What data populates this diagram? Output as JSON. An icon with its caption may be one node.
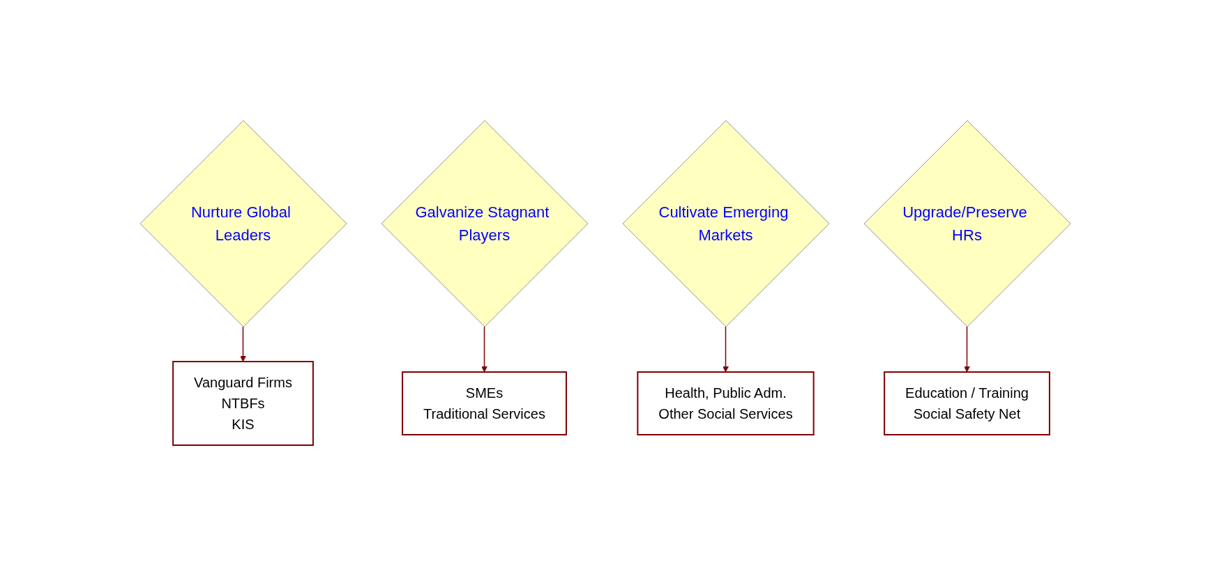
{
  "diagram": {
    "nodes": [
      {
        "text": [
          "Vanguard Firms",
          "NTBFs",
          "KIS"
        ]
      },
      {
        "text": [
          "Nurture Global Leaders"
        ]
      },
      {
        "text": [
          "Health, Public Adm.",
          "Other Social Services"
        ]
      },
      {
        "text": [
          "Galvanize Stagnant Players"
        ]
      },
      {
        "text": [
          "Cultivate Emerging Markets"
        ]
      },
      {
        "text": [
          "Upgrade/Preserve HRs"
        ]
      },
      {
        "text": [
          "SMEs",
          "Traditional Services"
        ]
      },
      {
        "text": [
          "Education / Training",
          "Social Safety Net"
        ]
      }
    ],
    "edges": [
      {
        "from": 1,
        "to": 0,
        "arrow": "to"
      },
      {
        "from": 4,
        "to": 2,
        "arrow": "to"
      },
      {
        "from": 3,
        "to": 6,
        "arrow": "to"
      },
      {
        "from": 5,
        "to": 7,
        "arrow": "to"
      }
    ]
  }
}
